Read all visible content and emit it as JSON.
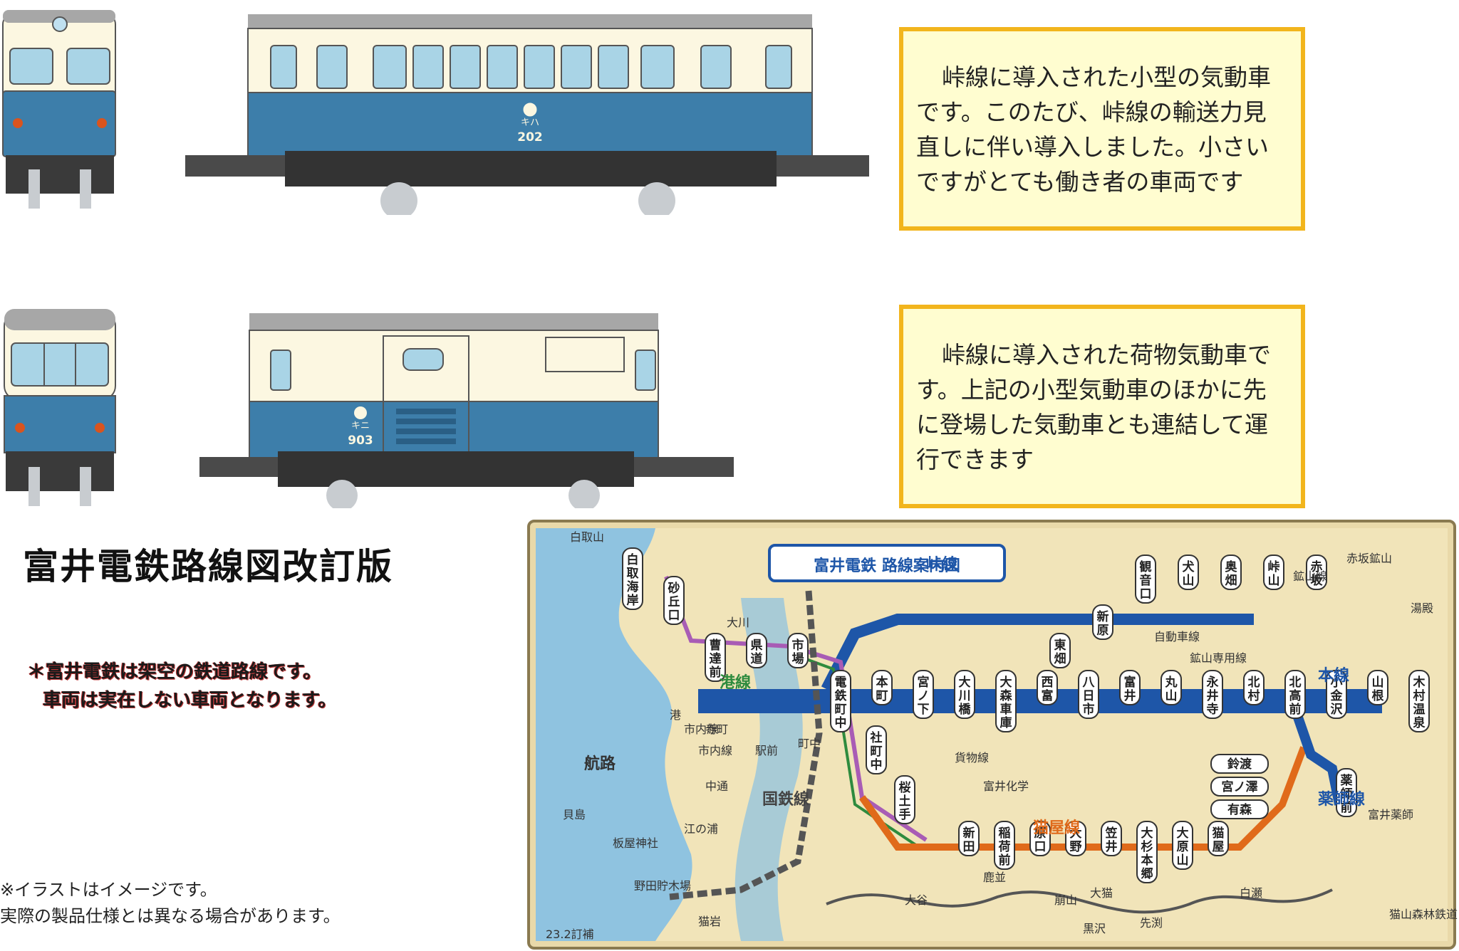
{
  "captions": {
    "railcar": "峠線に導入された小型の気動車です。このたび、峠線の輸送力見直しに伴い導入しました。小さいですがとても働き者の車両です",
    "railcar_lines": [
      "峠線に導入された小型の気動車",
      "です。このたび、峠線の輸送力見",
      "直しに伴い導入しました。小さい",
      "ですがとても働き者の車両です"
    ],
    "parcel_lines": [
      "峠線に導入された荷物気動車で",
      "す。上記の小型気動車のほかに先",
      "に登場した気動車とも連結して運",
      "行できます"
    ]
  },
  "trains": {
    "railcar_number": "202",
    "railcar_kana": "キハ",
    "parcel_number": "903",
    "parcel_kana": "キニ"
  },
  "map_title": "富井電鉄路線図改訂版",
  "note_lines": [
    "＊富井電鉄は架空の鉄道路線です。",
    "車両は実在しない車両となります。"
  ],
  "disclaimer_lines": [
    "※イラストはイメージです。",
    "実際の製品仕様とは異なる場合があります。"
  ],
  "route_map": {
    "header": "富井電鉄 路線案内図",
    "revision": "23.2訂補",
    "lines": {
      "toge": "峠線",
      "hon": "本線",
      "minato": "港線",
      "nekoya": "猫屋線",
      "yakushi": "薬師線",
      "kokutetsu": "国鉄線",
      "kozan": "鉱山線",
      "shinai": "市内線",
      "jidosha": "自動車線",
      "kozan_senyo": "鉱山専用線",
      "kamotsu": "貨物線",
      "koro": "航路"
    },
    "stations_hon": [
      "電鉄町中",
      "本町",
      "宮ノ下",
      "大川橋",
      "大森車庫",
      "西富",
      "八日市",
      "富井",
      "丸山",
      "永井寺",
      "北村",
      "北高前",
      "小金沢",
      "山根",
      "木村温泉"
    ],
    "stations_toge": [
      "東畑",
      "新原",
      "観音口",
      "犬山",
      "奥畑",
      "峠山",
      "赤坂"
    ],
    "stations_minato": [
      "白取海岸",
      "砂丘口",
      "曹達前",
      "県道",
      "市場"
    ],
    "stations_shanai": [
      "社町中",
      "桜土手"
    ],
    "stations_nekoya": [
      "新田",
      "稲荷前",
      "原口",
      "大野",
      "笠井",
      "大杉本郷",
      "大原山",
      "猫屋"
    ],
    "stations_yakushi": [
      "鈴渡",
      "宮ノ澤",
      "有森",
      "薬師前"
    ],
    "places": [
      "白取山",
      "赤坂鉱山",
      "湯殿",
      "大川",
      "港",
      "寺町",
      "市内線",
      "駅前",
      "町中",
      "中通",
      "江の浦",
      "野田貯木場",
      "猫岩",
      "貝島",
      "板屋神社",
      "富井化学",
      "富井薬師",
      "鹿並",
      "大谷",
      "崩山",
      "大猫",
      "黒沢",
      "先渕",
      "白瀬",
      "猫山森林鉄道"
    ]
  },
  "colors": {
    "cream": "#fcf7e1",
    "blue": "#3d7eaa",
    "caption_border": "#f2b51c",
    "caption_bg": "#fffdd0",
    "hon_line": "#1e56a8",
    "nekoya_line": "#e06a1a"
  }
}
